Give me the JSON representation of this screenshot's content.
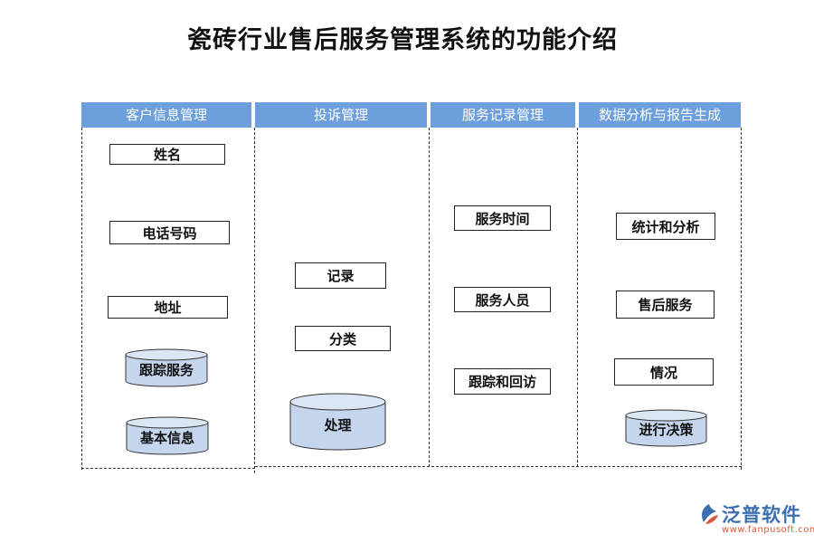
{
  "title": "瓷砖行业售后服务管理系统的功能介绍",
  "columns": [
    {
      "header": "客户信息管理",
      "items": [
        "姓名",
        "电话号码",
        "地址"
      ],
      "cylinders": [
        "跟踪服务",
        "基本信息"
      ]
    },
    {
      "header": "投诉管理",
      "items": [
        "记录",
        "分类"
      ],
      "cylinders": [
        "处理"
      ]
    },
    {
      "header": "服务记录管理",
      "items": [
        "服务时间",
        "服务人员",
        "跟踪和回访"
      ],
      "cylinders": []
    },
    {
      "header": "数据分析与报告生成",
      "items": [
        "统计和分析",
        "售后服务",
        "情况"
      ],
      "cylinders": [
        "进行决策"
      ]
    }
  ],
  "brand": {
    "name": "泛普软件",
    "url": "www.fanpusoft.com"
  },
  "colors": {
    "header_bg": "#6d9fdc",
    "cylinder_fill": "#c5d5ee",
    "cylinder_top": "#dbe6f5",
    "brand_blue": "#3d6fb0",
    "brand_orange": "#d65a3a"
  }
}
